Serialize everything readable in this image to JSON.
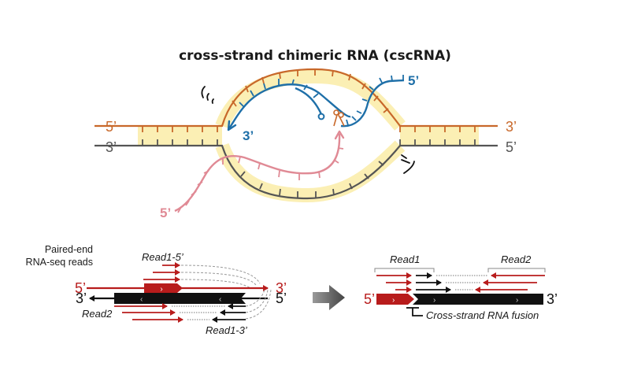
{
  "title": "cross-strand chimeric RNA (cscRNA)",
  "colors": {
    "top_strand": "#c8682a",
    "bottom_strand": "#555555",
    "pairing_fill": "#fbefb4",
    "blue_rna": "#1e6fa8",
    "pink_rna": "#e08a95",
    "read_red": "#b81c1c",
    "read_black": "#111111",
    "big_arrow": "#6a6a6a"
  },
  "top_diagram": {
    "left_top_label": "5’",
    "left_bottom_label": "3’",
    "right_top_label": "3’",
    "right_bottom_label": "5’",
    "blue_rna_3prime": "3’",
    "blue_rna_5prime": "5’",
    "pink_rna_5prime": "5’",
    "scissors_icon": "scissors"
  },
  "bottom_left": {
    "caption_line1": "Paired-end",
    "caption_line2": "RNA-seq reads",
    "read1_5_label": "Read1-5’",
    "read2_label": "Read2",
    "read1_3_label": "Read1-3’",
    "red_strand_5": "5’",
    "red_strand_3": "3’",
    "black_strand_3": "3’",
    "black_strand_5": "5’"
  },
  "bottom_right": {
    "read1_label": "Read1",
    "read2_label": "Read2",
    "strand_5": "5’",
    "strand_3": "3’",
    "fusion_label": "Cross-strand RNA fusion"
  }
}
